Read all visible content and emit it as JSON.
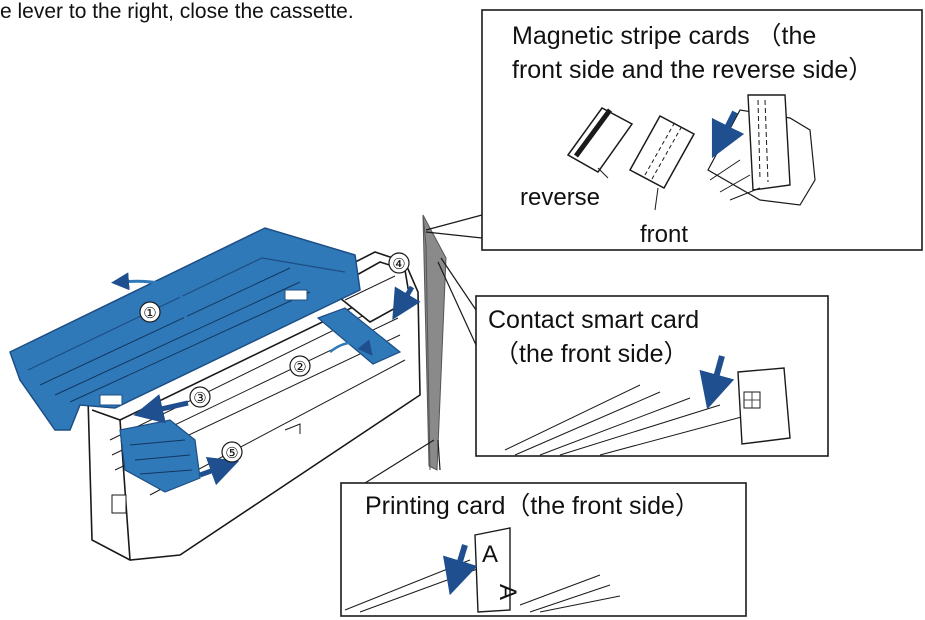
{
  "caption": "e lever to the right, close the cassette.",
  "callouts": {
    "magnetic": {
      "title_line1": "Magnetic stripe cards （the",
      "title_line2": "front side and the reverse side）",
      "label_reverse": "reverse",
      "label_front": "front"
    },
    "smart": {
      "title_line1": "Contact smart card",
      "title_line2": "（the front side）"
    },
    "printing": {
      "title": "Printing card（the front side）",
      "card_letter": "A"
    }
  },
  "steps": [
    "①",
    "②",
    "③",
    "④",
    "⑤"
  ],
  "colors": {
    "blue_part": "#2f79b9",
    "blue_dark": "#1d4e85",
    "arrow": "#1f4f8f",
    "line": "#1a1a1a",
    "slot": "#8a8a8a"
  }
}
